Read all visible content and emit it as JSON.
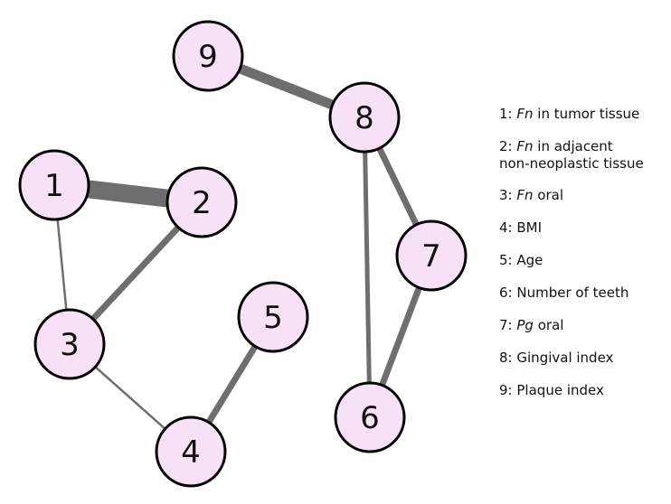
{
  "diagram": {
    "nodes": [
      {
        "id": "1",
        "label": "1"
      },
      {
        "id": "2",
        "label": "2"
      },
      {
        "id": "3",
        "label": "3"
      },
      {
        "id": "4",
        "label": "4"
      },
      {
        "id": "5",
        "label": "5"
      },
      {
        "id": "6",
        "label": "6"
      },
      {
        "id": "7",
        "label": "7"
      },
      {
        "id": "8",
        "label": "8"
      },
      {
        "id": "9",
        "label": "9"
      }
    ],
    "edges": [
      {
        "from": "1",
        "to": "2",
        "weight": "strongest"
      },
      {
        "from": "9",
        "to": "8",
        "weight": "strong"
      },
      {
        "from": "2",
        "to": "3",
        "weight": "medium"
      },
      {
        "from": "8",
        "to": "7",
        "weight": "medium"
      },
      {
        "from": "7",
        "to": "6",
        "weight": "medium"
      },
      {
        "from": "5",
        "to": "4",
        "weight": "medium"
      },
      {
        "from": "8",
        "to": "6",
        "weight": "medium-light"
      },
      {
        "from": "1",
        "to": "3",
        "weight": "weak"
      },
      {
        "from": "3",
        "to": "4",
        "weight": "weak"
      }
    ],
    "colors": {
      "node_fill": "#f7e1f6",
      "node_stroke": "#000000",
      "edge": "#6e6e6e"
    }
  },
  "legend": {
    "items": [
      {
        "num": "1:",
        "italic": "Fn",
        "rest": " in tumor tissue"
      },
      {
        "num": "2:",
        "italic": "Fn",
        "rest": " in adjacent",
        "rest2": "non-neoplastic tissue"
      },
      {
        "num": "3:",
        "italic": "Fn",
        "rest": " oral"
      },
      {
        "num": "4:",
        "italic": "",
        "rest": "BMI"
      },
      {
        "num": "5:",
        "italic": "",
        "rest": "Age"
      },
      {
        "num": "6:",
        "italic": "",
        "rest": "Number of teeth"
      },
      {
        "num": "7:",
        "italic": "Pg",
        "rest": " oral"
      },
      {
        "num": "8:",
        "italic": "",
        "rest": "Gingival index"
      },
      {
        "num": "9:",
        "italic": "",
        "rest": "Plaque index"
      }
    ]
  }
}
